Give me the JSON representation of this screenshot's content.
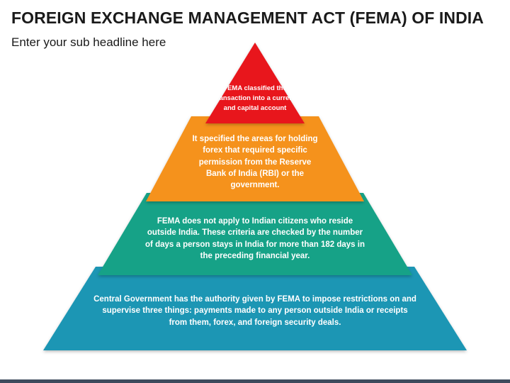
{
  "header": {
    "title": "FOREIGN EXCHANGE MANAGEMENT ACT (FEMA) OF INDIA",
    "subtitle": "Enter your sub headline here"
  },
  "pyramid": {
    "tiers": [
      {
        "text": "FEMA classified the transaction into a current and capital account",
        "color": "#e8131b"
      },
      {
        "text": "It specified the areas for holding forex that required specific permission from the Reserve Bank of India (RBI) or the government.",
        "color": "#f5921e"
      },
      {
        "text": "FEMA does not apply to Indian citizens who reside outside India. These criteria are checked by the number of days a person stays in India for more than 182 days in the preceding financial year.",
        "color": "#14a287"
      },
      {
        "text": "Central Government has the authority given by FEMA to impose restrictions on and supervise three things: payments made to any person outside India or receipts from them, forex, and foreign security deals.",
        "color": "#1a96b4"
      }
    ]
  }
}
